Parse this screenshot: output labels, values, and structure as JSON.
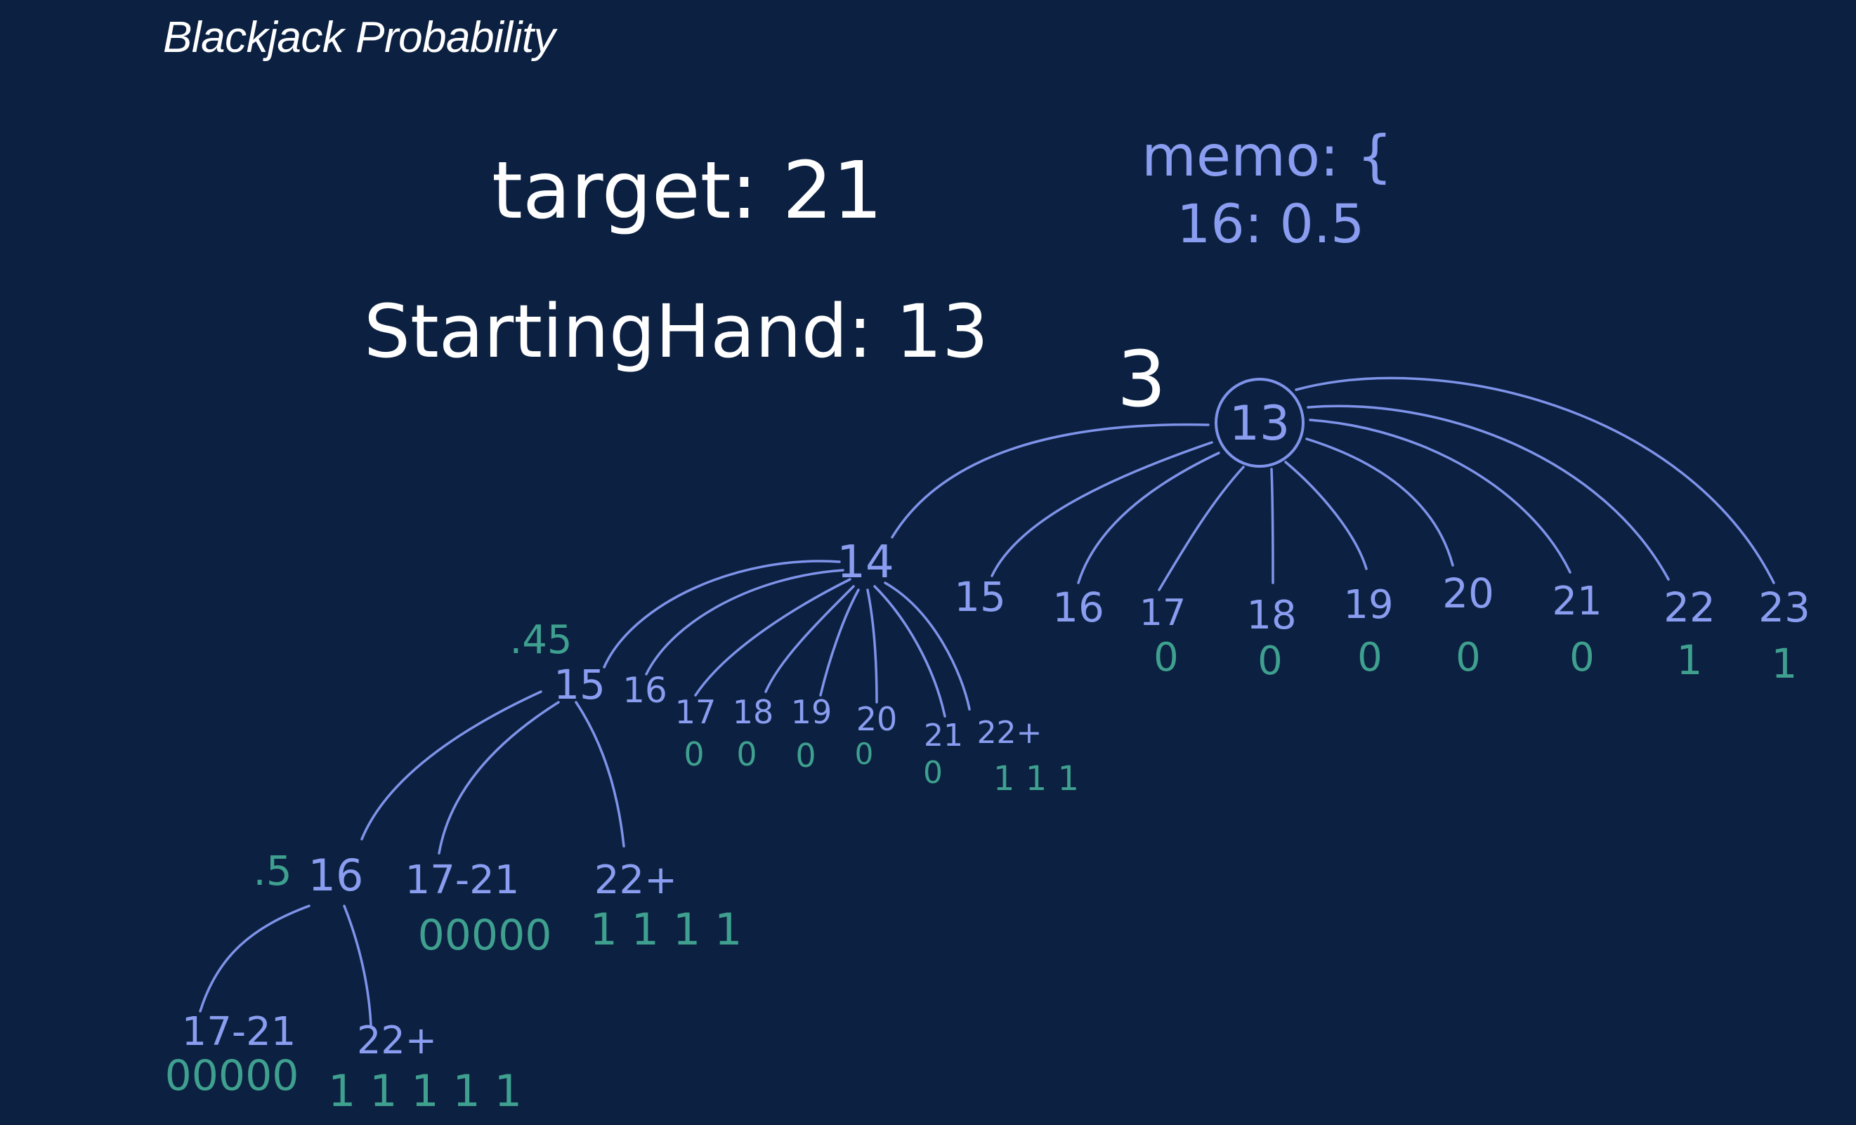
{
  "title": "Blackjack Probability",
  "target": "target: 21",
  "starting_hand": "StartingHand: 13",
  "memo": {
    "line1": "memo: {",
    "line2": "16: 0.5"
  },
  "root": {
    "label": "13",
    "annotation": "3"
  },
  "root_children": [
    {
      "label": "14",
      "value": ""
    },
    {
      "label": "15",
      "value": ""
    },
    {
      "label": "16",
      "value": ""
    },
    {
      "label": "17",
      "value": "0"
    },
    {
      "label": "18",
      "value": "0"
    },
    {
      "label": "19",
      "value": "0"
    },
    {
      "label": "20",
      "value": "0"
    },
    {
      "label": "21",
      "value": "0"
    },
    {
      "label": "22",
      "value": "1"
    },
    {
      "label": "23",
      "value": "1"
    }
  ],
  "node14_children": [
    {
      "label": "15",
      "value": ""
    },
    {
      "label": "16",
      "value": ""
    },
    {
      "label": "17",
      "value": "0"
    },
    {
      "label": "18",
      "value": "0"
    },
    {
      "label": "19",
      "value": "0"
    },
    {
      "label": "20",
      "value": "0"
    },
    {
      "label": "21",
      "value": "0"
    },
    {
      "label": "22+",
      "value": "1 1 1"
    }
  ],
  "node15": {
    "annotation": ".45"
  },
  "node15_children": [
    {
      "label": "16",
      "value": ""
    },
    {
      "label": "17-21",
      "value": "00000"
    },
    {
      "label": "22+",
      "value": "1 1 1 1"
    }
  ],
  "node16": {
    "annotation": ".5"
  },
  "node16_children": [
    {
      "label": "17-21",
      "value": "00000"
    },
    {
      "label": "22+",
      "value": "1 1 1 1 1"
    }
  ],
  "colors": {
    "background": "#0c2141",
    "white_ink": "#ffffff",
    "blue_ink": "#8a9df0",
    "teal_ink": "#3fa08f"
  }
}
